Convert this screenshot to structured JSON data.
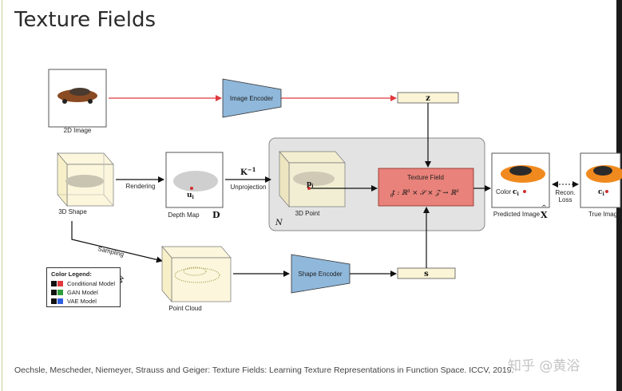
{
  "slide": {
    "title": "Texture Fields"
  },
  "diagram": {
    "image_label": "2D Image",
    "image_encoder": "Image Encoder",
    "z_symbol": "z",
    "shape_label": "3D Shape",
    "rendering": "Rendering",
    "depth_map_label": "Depth Map",
    "depth_symbol": "D",
    "u_symbol": "u",
    "u_sub": "i",
    "k_inverse": "K",
    "k_sup": "−1",
    "unprojection": "Unprojection",
    "p_symbol": "p",
    "p_sub": "i",
    "point_label": "3D Point",
    "n_symbol": "N",
    "texture_field_title": "Texture Field",
    "texture_field_formula": "t  : ℝ³ × 𝒮 × 𝒵 → ℝ³",
    "theta": "θ",
    "color_label": "Color",
    "c_symbol": "c",
    "c_sub": "i",
    "predicted_label": "Predicted Image",
    "x_hat": "X",
    "recon_line1": "Recon.",
    "recon_line2": "Loss",
    "true_label": "True Image",
    "sampling": "Sampling",
    "point_cloud_label": "Point Cloud",
    "shape_encoder": "Shape Encoder",
    "s_symbol": "s"
  },
  "legend": {
    "title": "Color Legend:",
    "items": [
      {
        "label": "Conditional Model",
        "colors": [
          "#111111",
          "#e0393e"
        ]
      },
      {
        "label": "GAN Model",
        "colors": [
          "#111111",
          "#2e9e3c"
        ]
      },
      {
        "label": "VAE Model",
        "colors": [
          "#111111",
          "#2f5fe0"
        ]
      }
    ]
  },
  "citation": "Oechsle, Mescheder, Niemeyer, Strauss and Geiger: Texture Fields: Learning Texture Representations in Function Space. ICCV, 2019.",
  "watermark": "知乎 @黄浴",
  "colors": {
    "red_arrow": "#e0393e",
    "encoder_fill": "#8fb8db",
    "vector_fill": "#fbf4d6",
    "texture_field_fill": "#e8827a",
    "shared_region": "#e3e3e3"
  }
}
